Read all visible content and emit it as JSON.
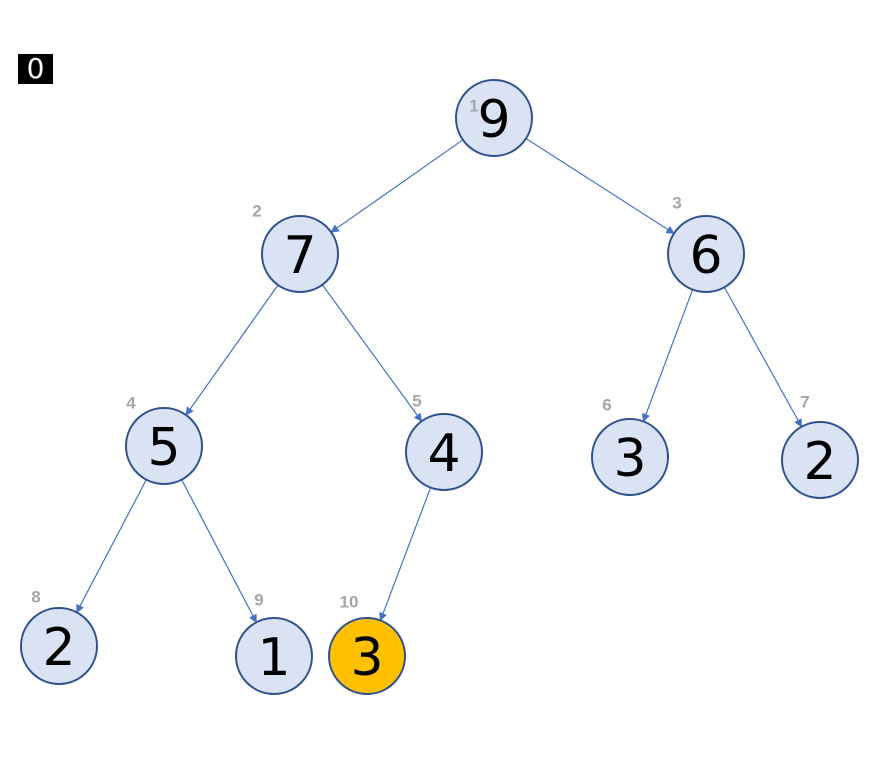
{
  "step": "0",
  "colors": {
    "node_fill": "#dae3f3",
    "node_stroke": "#2f528f",
    "highlight_fill": "#ffc000",
    "edge": "#4472c4",
    "index_label": "#a6a6a6"
  },
  "nodes": [
    {
      "index": "1",
      "value": "9",
      "highlight": false
    },
    {
      "index": "2",
      "value": "7",
      "highlight": false
    },
    {
      "index": "3",
      "value": "6",
      "highlight": false
    },
    {
      "index": "4",
      "value": "5",
      "highlight": false
    },
    {
      "index": "5",
      "value": "4",
      "highlight": false
    },
    {
      "index": "6",
      "value": "3",
      "highlight": false
    },
    {
      "index": "7",
      "value": "2",
      "highlight": false
    },
    {
      "index": "8",
      "value": "2",
      "highlight": false
    },
    {
      "index": "9",
      "value": "1",
      "highlight": false
    },
    {
      "index": "10",
      "value": "3",
      "highlight": true
    }
  ],
  "edges": [
    {
      "from": "1",
      "to": "2"
    },
    {
      "from": "1",
      "to": "3"
    },
    {
      "from": "2",
      "to": "4"
    },
    {
      "from": "2",
      "to": "5"
    },
    {
      "from": "3",
      "to": "6"
    },
    {
      "from": "3",
      "to": "7"
    },
    {
      "from": "4",
      "to": "8"
    },
    {
      "from": "4",
      "to": "9"
    },
    {
      "from": "5",
      "to": "10"
    }
  ]
}
